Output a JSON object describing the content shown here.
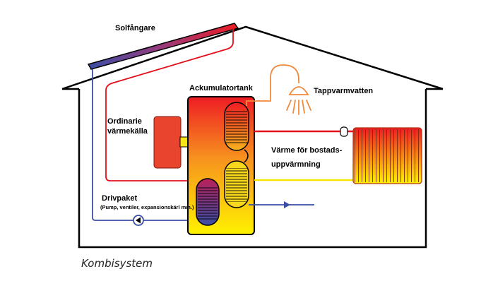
{
  "labels": {
    "solar_collector": "Solfångare",
    "ordinary_heat_source_line1": "Ordinarie",
    "ordinary_heat_source_line2": "värmekälla",
    "accumulator_tank": "Ackumulatortank",
    "hot_tap_water": "Tappvarmvatten",
    "heating_line1": "Värme för bostads-",
    "heating_line2": "uppvärmning",
    "drive_package": "Drivpaket",
    "drive_package_detail": "(Pump, ventiler, expansionskärl mm.)"
  },
  "caption": "Kombisystem",
  "colors": {
    "hot_pipe": "#e3101b",
    "cold_pipe": "#3a4ea6",
    "heating_return": "#f3e600",
    "tap_water_pipe": "#f08a3c",
    "tank_top": "#ee1c24",
    "tank_bottom": "#fff200",
    "heat_source": "#e9452e",
    "arrow": "#f7e617"
  },
  "icons": {
    "pump": "pump-icon",
    "shower": "shower-icon",
    "radiator": "radiator-icon",
    "valve": "valve-icon"
  }
}
